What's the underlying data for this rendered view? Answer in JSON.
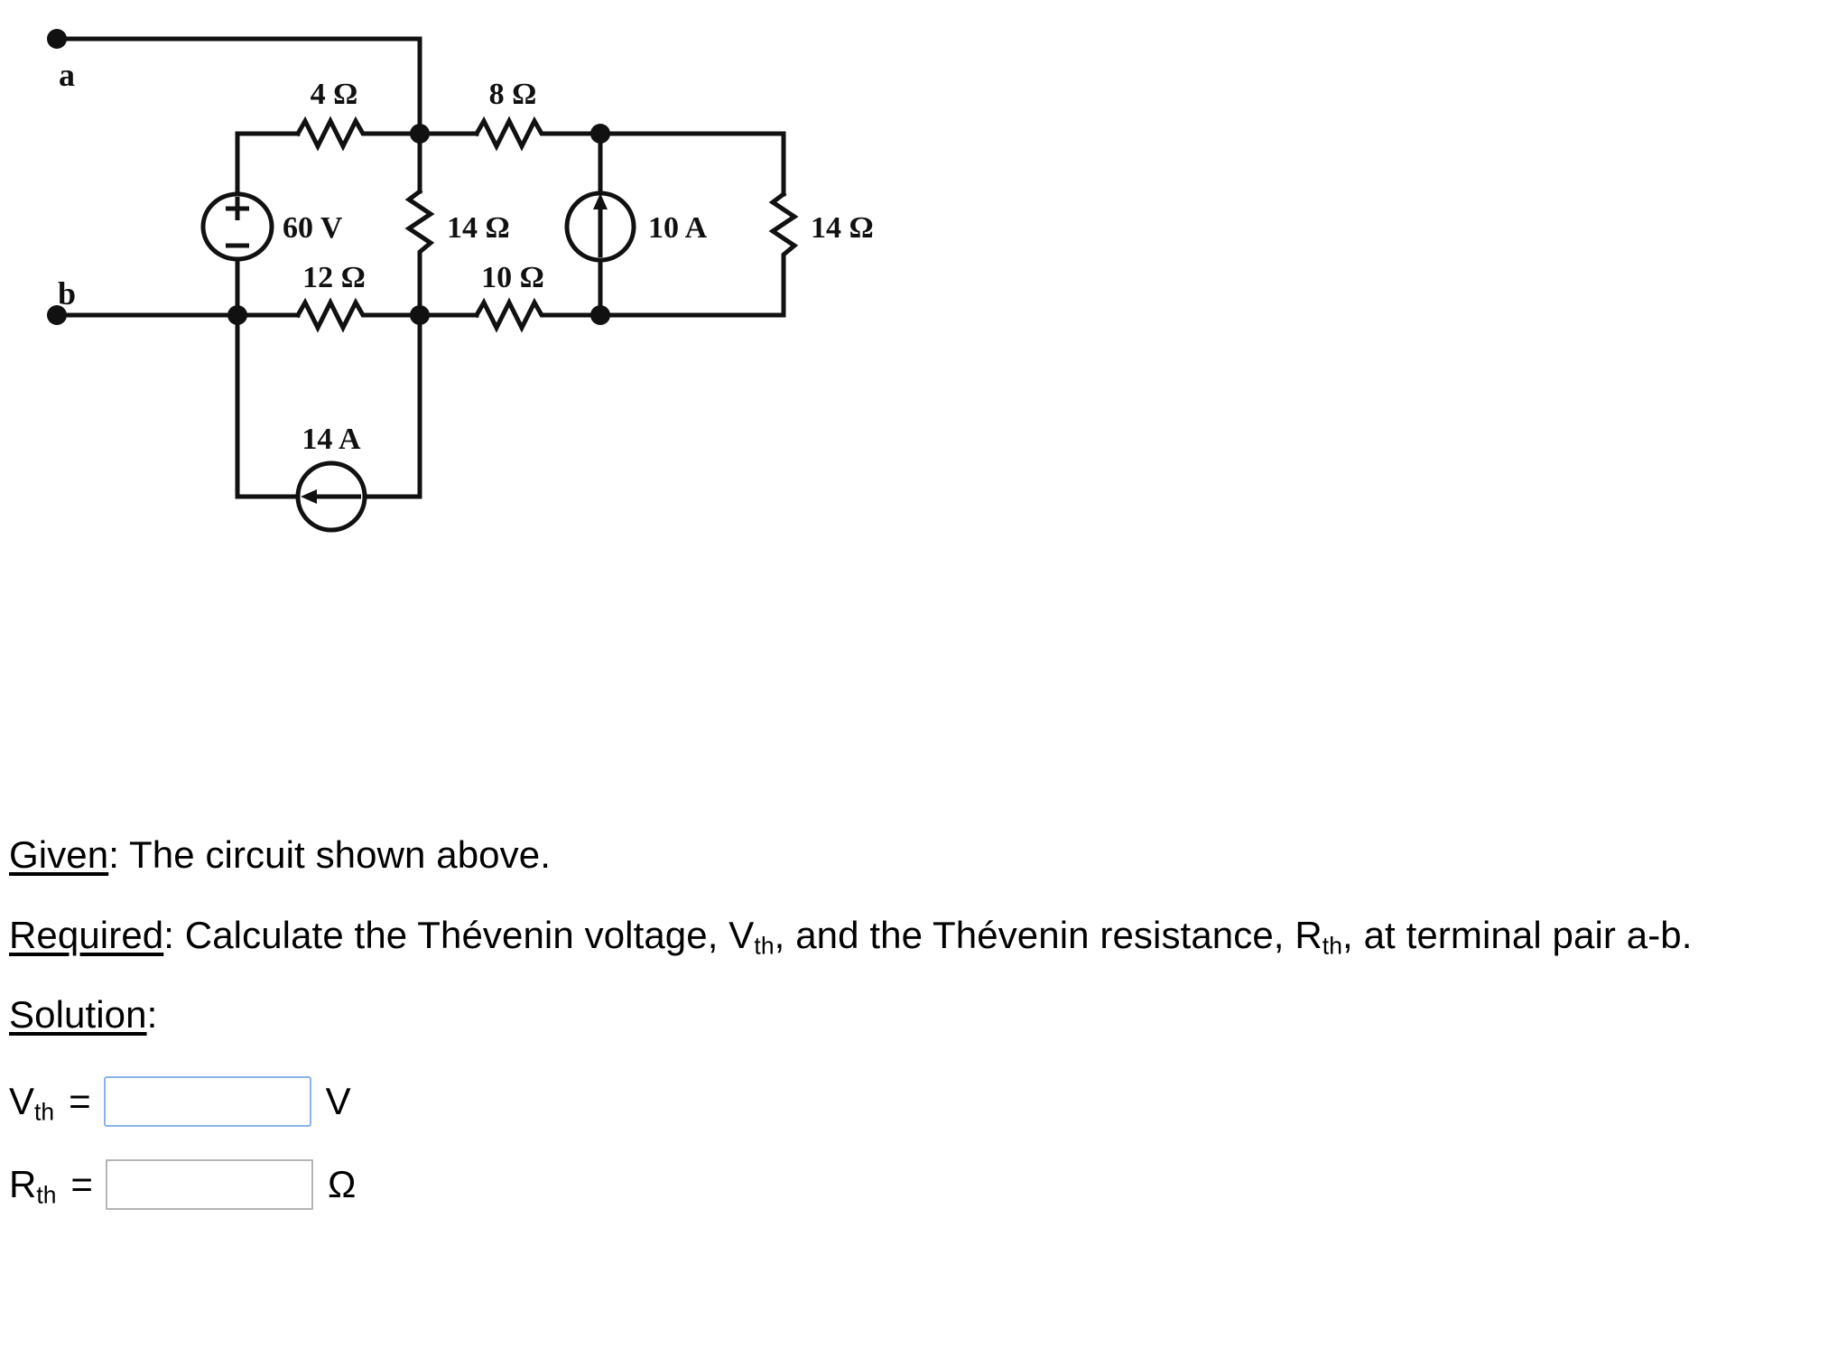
{
  "circuit": {
    "title_alt": "Thevenin circuit diagram",
    "terminals": [
      {
        "id": "a",
        "label": "a"
      },
      {
        "id": "b",
        "label": "b"
      }
    ],
    "components": [
      {
        "id": "r4",
        "kind": "resistor",
        "label": "4 Ω",
        "orientation": "horizontal"
      },
      {
        "id": "r8",
        "kind": "resistor",
        "label": "8 Ω",
        "orientation": "horizontal"
      },
      {
        "id": "r14a",
        "kind": "resistor",
        "label": "14 Ω",
        "orientation": "vertical"
      },
      {
        "id": "r14b",
        "kind": "resistor",
        "label": "14 Ω",
        "orientation": "vertical"
      },
      {
        "id": "r12",
        "kind": "resistor",
        "label": "12 Ω",
        "orientation": "horizontal"
      },
      {
        "id": "r10",
        "kind": "resistor",
        "label": "10 Ω",
        "orientation": "horizontal"
      },
      {
        "id": "v60",
        "kind": "voltage-source",
        "label": "60 V",
        "polarity_top": "+",
        "polarity_bottom": "−"
      },
      {
        "id": "i10",
        "kind": "current-source",
        "label": "10 A",
        "arrow": "up"
      },
      {
        "id": "i14",
        "kind": "current-source",
        "label": "14 A",
        "arrow": "left"
      }
    ]
  },
  "prose": {
    "given_lead": "Given",
    "given_text": ": The circuit shown above.",
    "required_lead": "Required",
    "required_text_1": ": Calculate the Thévenin voltage, V",
    "required_sub_1": "th",
    "required_text_2": ", and the Thévenin resistance, R",
    "required_sub_2": "th",
    "required_text_3": ", at terminal pair a-b.",
    "solution_lead": "Solution",
    "solution_colon": ":"
  },
  "answers": {
    "vth": {
      "symbol_main": "V",
      "symbol_sub": "th",
      "equals": "=",
      "value": "",
      "unit": "V",
      "focused": true
    },
    "rth": {
      "symbol_main": "R",
      "symbol_sub": "th",
      "equals": "=",
      "value": "",
      "unit": "Ω",
      "focused": false
    }
  },
  "colors": {
    "focus_border": "#8ab4e8",
    "idle_border": "#b5b5b5",
    "ink": "#000000"
  }
}
